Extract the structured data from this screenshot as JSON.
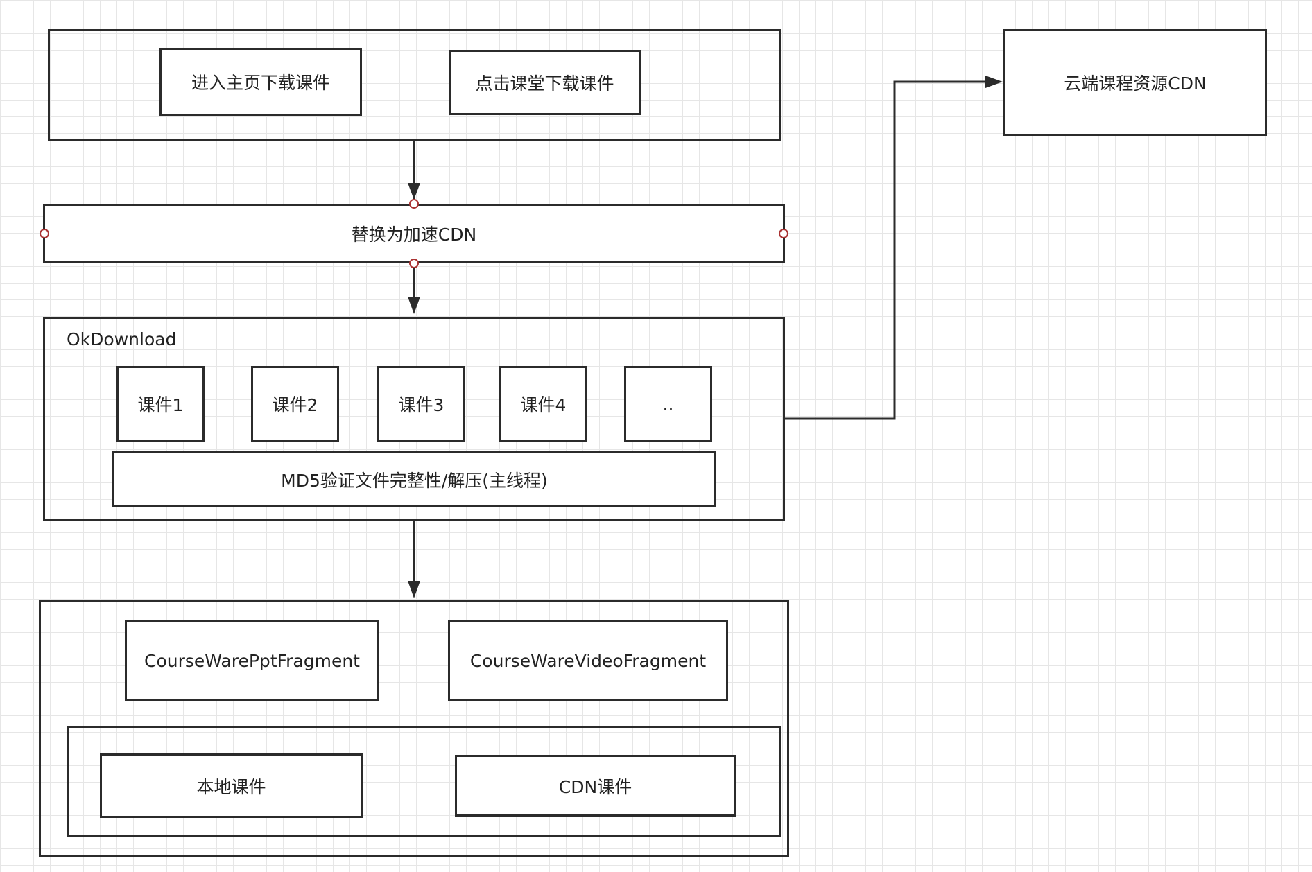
{
  "nodes": {
    "enter_home_download": "进入主页下载课件",
    "click_class_download": "点击课堂下载课件",
    "cloud_cdn": "云端课程资源CDN",
    "replace_cdn": "替换为加速CDN",
    "okdownload_label": "OkDownload",
    "course1": "课件1",
    "course2": "课件2",
    "course3": "课件3",
    "course4": "课件4",
    "course_more": "..",
    "md5_verify": "MD5验证文件完整性/解压(主线程)",
    "ppt_fragment": "CourseWarePptFragment",
    "video_fragment": "CourseWareVideoFragment",
    "local_course": "本地课件",
    "cdn_course": "CDN课件"
  }
}
